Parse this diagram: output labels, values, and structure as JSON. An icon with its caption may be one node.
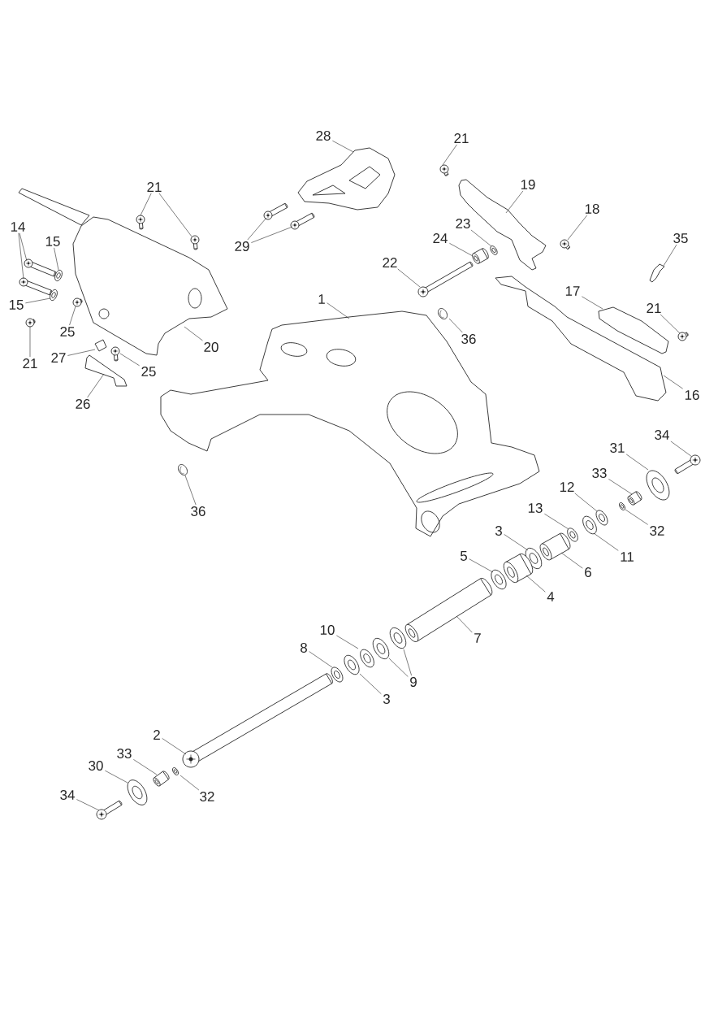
{
  "diagram": {
    "nodes": [
      {
        "text": [
          "28"
        ]
      },
      {
        "text": [],
        "shape": "picture"
      },
      {
        "text": [
          "21"
        ]
      },
      {
        "text": [],
        "shape": "picture"
      },
      {
        "text": [
          "21"
        ]
      },
      {
        "text": [],
        "shape": "picture"
      },
      {
        "text": [],
        "shape": "picture"
      },
      {
        "text": [
          "19"
        ]
      },
      {
        "text": [],
        "shape": "picture"
      },
      {
        "text": [
          "18"
        ]
      },
      {
        "text": [],
        "shape": "picture"
      },
      {
        "text": [
          "14"
        ]
      },
      {
        "text": [],
        "shape": "picture"
      },
      {
        "text": [],
        "shape": "picture"
      },
      {
        "text": [
          "15"
        ]
      },
      {
        "text": [],
        "shape": "picture"
      },
      {
        "text": [
          "35"
        ]
      },
      {
        "text": [],
        "shape": "picture"
      },
      {
        "text": [
          "29"
        ]
      },
      {
        "text": [],
        "shape": "picture"
      },
      {
        "text": [],
        "shape": "picture"
      },
      {
        "text": [
          "24"
        ]
      },
      {
        "text": [],
        "shape": "picture"
      },
      {
        "text": [
          "23"
        ]
      },
      {
        "text": [],
        "shape": "picture"
      },
      {
        "text": [
          "22"
        ]
      },
      {
        "text": [],
        "shape": "picture"
      },
      {
        "text": [
          "17"
        ]
      },
      {
        "text": [],
        "shape": "picture"
      },
      {
        "text": [
          "1"
        ]
      },
      {
        "text": [],
        "shape": "picture"
      },
      {
        "text": [
          "15"
        ]
      },
      {
        "text": [],
        "shape": "picture"
      },
      {
        "text": [
          "21"
        ]
      },
      {
        "text": [],
        "shape": "picture"
      },
      {
        "text": [
          "25"
        ]
      },
      {
        "text": [],
        "shape": "picture"
      },
      {
        "text": [
          "36"
        ]
      },
      {
        "text": [],
        "shape": "picture"
      },
      {
        "text": [
          "20"
        ]
      },
      {
        "text": [],
        "shape": "picture"
      },
      {
        "text": [
          "27"
        ]
      },
      {
        "text": [],
        "shape": "picture"
      },
      {
        "text": [
          "21"
        ]
      },
      {
        "text": [],
        "shape": "picture"
      },
      {
        "text": [
          "25"
        ]
      },
      {
        "text": [],
        "shape": "picture"
      },
      {
        "text": [
          "16"
        ]
      },
      {
        "text": [],
        "shape": "picture"
      },
      {
        "text": [
          "26"
        ]
      },
      {
        "text": [],
        "shape": "picture"
      },
      {
        "text": [
          "34"
        ]
      },
      {
        "text": [],
        "shape": "picture"
      },
      {
        "text": [
          "31"
        ]
      },
      {
        "text": [],
        "shape": "picture"
      },
      {
        "text": [
          "33"
        ]
      },
      {
        "text": [],
        "shape": "picture"
      },
      {
        "text": [
          "12"
        ]
      },
      {
        "text": [],
        "shape": "picture"
      },
      {
        "text": [
          "13"
        ]
      },
      {
        "text": [],
        "shape": "picture"
      },
      {
        "text": [
          "36"
        ]
      },
      {
        "text": [],
        "shape": "picture"
      },
      {
        "text": [
          "3"
        ]
      },
      {
        "text": [],
        "shape": "picture"
      },
      {
        "text": [
          "32"
        ]
      },
      {
        "text": [],
        "shape": "picture"
      },
      {
        "text": [
          "5"
        ]
      },
      {
        "text": [],
        "shape": "picture"
      },
      {
        "text": [
          "11"
        ]
      },
      {
        "text": [],
        "shape": "picture"
      },
      {
        "text": [
          "6"
        ]
      },
      {
        "text": [],
        "shape": "picture"
      },
      {
        "text": [
          "4"
        ]
      },
      {
        "text": [],
        "shape": "picture"
      },
      {
        "text": [
          "10"
        ]
      },
      {
        "text": [],
        "shape": "picture"
      },
      {
        "text": [
          "7"
        ]
      },
      {
        "text": [],
        "shape": "picture"
      },
      {
        "text": [
          "8"
        ]
      },
      {
        "text": [],
        "shape": "picture"
      },
      {
        "text": [
          "9"
        ]
      },
      {
        "text": [],
        "shape": "picture"
      },
      {
        "text": [],
        "shape": "picture"
      },
      {
        "text": [
          "3"
        ]
      },
      {
        "text": [],
        "shape": "picture"
      },
      {
        "text": [
          "2"
        ]
      },
      {
        "text": [],
        "shape": "picture"
      },
      {
        "text": [
          "33"
        ]
      },
      {
        "text": [],
        "shape": "picture"
      },
      {
        "text": [
          "30"
        ]
      },
      {
        "text": [],
        "shape": "picture"
      },
      {
        "text": [
          "34"
        ]
      },
      {
        "text": [],
        "shape": "picture"
      },
      {
        "text": [
          "32"
        ]
      },
      {
        "text": [],
        "shape": "picture"
      }
    ],
    "edges": [
      {
        "from": 0,
        "to": 1,
        "arrow": "none"
      },
      {
        "from": 2,
        "to": 3,
        "arrow": "none"
      },
      {
        "from": 4,
        "to": 5,
        "arrow": "none"
      },
      {
        "from": 4,
        "to": 6,
        "arrow": "none"
      },
      {
        "from": 7,
        "to": 8,
        "arrow": "none"
      },
      {
        "from": 9,
        "to": 10,
        "arrow": "none"
      },
      {
        "from": 11,
        "to": 12,
        "arrow": "none"
      },
      {
        "from": 11,
        "to": 13,
        "arrow": "none"
      },
      {
        "from": 14,
        "to": 15,
        "arrow": "none"
      },
      {
        "from": 16,
        "to": 17,
        "arrow": "none"
      },
      {
        "from": 18,
        "to": 19,
        "arrow": "none"
      },
      {
        "from": 18,
        "to": 20,
        "arrow": "none"
      },
      {
        "from": 21,
        "to": 22,
        "arrow": "none"
      },
      {
        "from": 23,
        "to": 24,
        "arrow": "none"
      },
      {
        "from": 25,
        "to": 26,
        "arrow": "none"
      },
      {
        "from": 27,
        "to": 28,
        "arrow": "none"
      },
      {
        "from": 29,
        "to": 30,
        "arrow": "none"
      },
      {
        "from": 31,
        "to": 32,
        "arrow": "none"
      },
      {
        "from": 33,
        "to": 34,
        "arrow": "none"
      },
      {
        "from": 35,
        "to": 36,
        "arrow": "none"
      },
      {
        "from": 37,
        "to": 38,
        "arrow": "none"
      },
      {
        "from": 39,
        "to": 40,
        "arrow": "none"
      },
      {
        "from": 41,
        "to": 42,
        "arrow": "none"
      },
      {
        "from": 43,
        "to": 44,
        "arrow": "none"
      },
      {
        "from": 45,
        "to": 46,
        "arrow": "none"
      },
      {
        "from": 47,
        "to": 48,
        "arrow": "none"
      },
      {
        "from": 49,
        "to": 50,
        "arrow": "none"
      },
      {
        "from": 51,
        "to": 52,
        "arrow": "none"
      },
      {
        "from": 53,
        "to": 54,
        "arrow": "none"
      },
      {
        "from": 55,
        "to": 56,
        "arrow": "none"
      },
      {
        "from": 57,
        "to": 58,
        "arrow": "none"
      },
      {
        "from": 59,
        "to": 60,
        "arrow": "none"
      },
      {
        "from": 61,
        "to": 62,
        "arrow": "none"
      },
      {
        "from": 63,
        "to": 64,
        "arrow": "none"
      },
      {
        "from": 65,
        "to": 66,
        "arrow": "none"
      },
      {
        "from": 67,
        "to": 68,
        "arrow": "none"
      },
      {
        "from": 69,
        "to": 70,
        "arrow": "none"
      },
      {
        "from": 71,
        "to": 72,
        "arrow": "none"
      },
      {
        "from": 73,
        "to": 74,
        "arrow": "none"
      },
      {
        "from": 75,
        "to": 76,
        "arrow": "none"
      },
      {
        "from": 77,
        "to": 78,
        "arrow": "none"
      },
      {
        "from": 79,
        "to": 80,
        "arrow": "none"
      },
      {
        "from": 81,
        "to": 82,
        "arrow": "none"
      },
      {
        "from": 81,
        "to": 83,
        "arrow": "none"
      },
      {
        "from": 84,
        "to": 85,
        "arrow": "none"
      },
      {
        "from": 86,
        "to": 87,
        "arrow": "none"
      },
      {
        "from": 88,
        "to": 89,
        "arrow": "none"
      },
      {
        "from": 90,
        "to": 91,
        "arrow": "none"
      },
      {
        "from": 92,
        "to": 93,
        "arrow": "none"
      },
      {
        "from": 94,
        "to": 95,
        "arrow": "none"
      }
    ]
  }
}
